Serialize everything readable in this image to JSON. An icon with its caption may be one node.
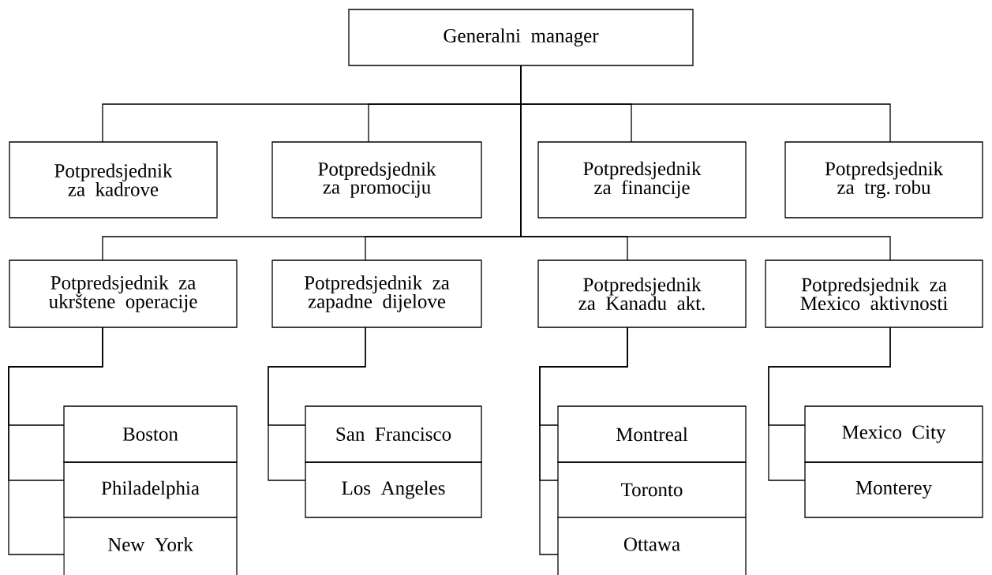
{
  "diagram": {
    "nodes": [
      {
        "text": [
          "Generalni manager"
        ]
      },
      {
        "text": [
          "Potpredsjednik za kadrove"
        ]
      },
      {
        "text": [
          "Potpredsjednik za promociju"
        ]
      },
      {
        "text": [
          "Potpredsjednik za financije"
        ]
      },
      {
        "text": [
          "Potpredsjednik za trg. robu"
        ]
      },
      {
        "text": [
          "Potpredsjednik za ukrštene operacije"
        ]
      },
      {
        "text": [
          "Potpredsjednik za zapadne dijelove"
        ]
      },
      {
        "text": [
          "Potpredsjednik za Kanadu akt."
        ]
      },
      {
        "text": [
          "Potpredsjednik za Mexico aktivnosti"
        ]
      },
      {
        "text": [
          "Boston"
        ]
      },
      {
        "text": [
          "Philadelphia"
        ]
      },
      {
        "text": [
          "New York"
        ]
      },
      {
        "text": [
          "San Francisco"
        ]
      },
      {
        "text": [
          "Los Angeles"
        ]
      },
      {
        "text": [
          "Montreal"
        ]
      },
      {
        "text": [
          "Toronto"
        ]
      },
      {
        "text": [
          "Ottawa"
        ]
      },
      {
        "text": [
          "Mexico City"
        ]
      },
      {
        "text": [
          "Monterey"
        ]
      }
    ],
    "edges": [
      {
        "from": 0,
        "to": 1,
        "arrow": "none"
      },
      {
        "from": 0,
        "to": 2,
        "arrow": "none"
      },
      {
        "from": 0,
        "to": 3,
        "arrow": "none"
      },
      {
        "from": 0,
        "to": 4,
        "arrow": "none"
      },
      {
        "from": 0,
        "to": 5,
        "arrow": "none"
      },
      {
        "from": 0,
        "to": 6,
        "arrow": "none"
      },
      {
        "from": 0,
        "to": 7,
        "arrow": "none"
      },
      {
        "from": 0,
        "to": 8,
        "arrow": "none"
      },
      {
        "from": 5,
        "to": 9,
        "arrow": "none"
      },
      {
        "from": 5,
        "to": 10,
        "arrow": "none"
      },
      {
        "from": 5,
        "to": 11,
        "arrow": "none"
      },
      {
        "from": 6,
        "to": 12,
        "arrow": "none"
      },
      {
        "from": 6,
        "to": 13,
        "arrow": "none"
      },
      {
        "from": 7,
        "to": 14,
        "arrow": "none"
      },
      {
        "from": 7,
        "to": 15,
        "arrow": "none"
      },
      {
        "from": 7,
        "to": 16,
        "arrow": "none"
      },
      {
        "from": 8,
        "to": 17,
        "arrow": "none"
      },
      {
        "from": 8,
        "to": 18,
        "arrow": "none"
      }
    ]
  }
}
